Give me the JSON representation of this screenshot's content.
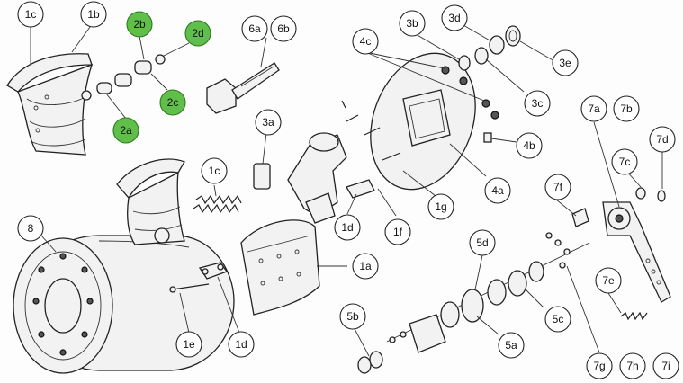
{
  "diagram": {
    "background": "#ffffff",
    "highlight_color": "#5fbf4a",
    "callouts": [
      {
        "id": "1c_top",
        "label": "1c",
        "green": false
      },
      {
        "id": "1b",
        "label": "1b",
        "green": false
      },
      {
        "id": "2b",
        "label": "2b",
        "green": true
      },
      {
        "id": "2d",
        "label": "2d",
        "green": true
      },
      {
        "id": "2a",
        "label": "2a",
        "green": true
      },
      {
        "id": "2c",
        "label": "2c",
        "green": true
      },
      {
        "id": "6a",
        "label": "6a",
        "green": false
      },
      {
        "id": "6b",
        "label": "6b",
        "green": false
      },
      {
        "id": "3a",
        "label": "3a",
        "green": false
      },
      {
        "id": "1c_mid",
        "label": "1c",
        "green": false
      },
      {
        "id": "8",
        "label": "8",
        "green": false
      },
      {
        "id": "1e",
        "label": "1e",
        "green": false
      },
      {
        "id": "1d_bot",
        "label": "1d",
        "green": false
      },
      {
        "id": "1a",
        "label": "1a",
        "green": false
      },
      {
        "id": "1d_mid",
        "label": "1d",
        "green": false
      },
      {
        "id": "1f",
        "label": "1f",
        "green": false
      },
      {
        "id": "1g",
        "label": "1g",
        "green": false
      },
      {
        "id": "4c",
        "label": "4c",
        "green": false
      },
      {
        "id": "3b",
        "label": "3b",
        "green": false
      },
      {
        "id": "3d",
        "label": "3d",
        "green": false
      },
      {
        "id": "3e",
        "label": "3e",
        "green": false
      },
      {
        "id": "3c",
        "label": "3c",
        "green": false
      },
      {
        "id": "4b",
        "label": "4b",
        "green": false
      },
      {
        "id": "4a",
        "label": "4a",
        "green": false
      },
      {
        "id": "5d",
        "label": "5d",
        "green": false
      },
      {
        "id": "5c",
        "label": "5c",
        "green": false
      },
      {
        "id": "5a",
        "label": "5a",
        "green": false
      },
      {
        "id": "5b",
        "label": "5b",
        "green": false
      },
      {
        "id": "7a",
        "label": "7a",
        "green": false
      },
      {
        "id": "7b",
        "label": "7b",
        "green": false
      },
      {
        "id": "7c",
        "label": "7c",
        "green": false
      },
      {
        "id": "7d",
        "label": "7d",
        "green": false
      },
      {
        "id": "7f",
        "label": "7f",
        "green": false
      },
      {
        "id": "7e",
        "label": "7e",
        "green": false
      },
      {
        "id": "7g",
        "label": "7g",
        "green": false
      },
      {
        "id": "7h",
        "label": "7h",
        "green": false
      },
      {
        "id": "7i",
        "label": "7i",
        "green": false
      }
    ]
  }
}
